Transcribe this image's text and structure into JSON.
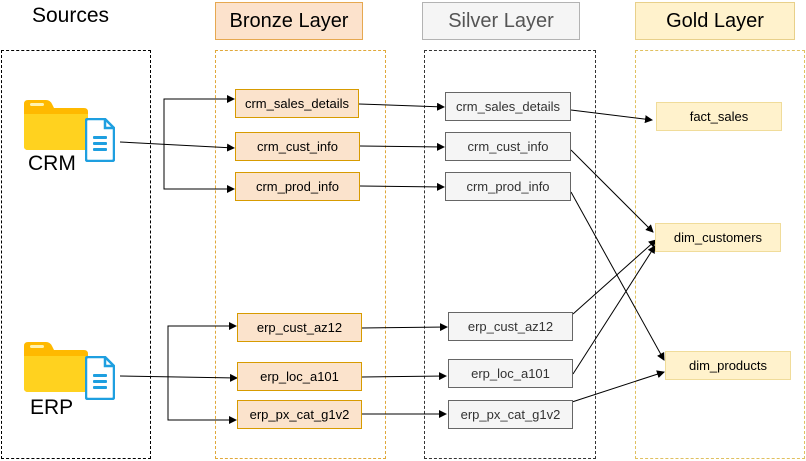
{
  "titles": {
    "sources": "Sources",
    "bronze": "Bronze Layer",
    "silver": "Silver Layer",
    "gold": "Gold Layer"
  },
  "sources": {
    "crm": "CRM",
    "erp": "ERP"
  },
  "bronze": {
    "crm_sales_details": "crm_sales_details",
    "crm_cust_info": "crm_cust_info",
    "crm_prod_info": "crm_prod_info",
    "erp_cust_az12": "erp_cust_az12",
    "erp_loc_a101": "erp_loc_a101",
    "erp_px_cat_g1v2": "erp_px_cat_g1v2"
  },
  "silver": {
    "crm_sales_details": "crm_sales_details",
    "crm_cust_info": "crm_cust_info",
    "crm_prod_info": "crm_prod_info",
    "erp_cust_az12": "erp_cust_az12",
    "erp_loc_a101": "erp_loc_a101",
    "erp_px_cat_g1v2": "erp_px_cat_g1v2"
  },
  "gold": {
    "fact_sales": "fact_sales",
    "dim_customers": "dim_customers",
    "dim_products": "dim_products"
  },
  "colors": {
    "bronze_fill": "#fbe3cc",
    "bronze_border": "#d79b00",
    "bronze_header_fill": "#fce2cc",
    "silver_fill": "#f5f5f5",
    "silver_border": "#666666",
    "silver_header_fill": "#f5f5f5",
    "gold_fill": "#fff2cc",
    "gold_border": "#d6b656",
    "gold_header_fill": "#fff2cc",
    "container_bronze": "#d79b00",
    "container_silver": "#333333",
    "container_gold": "#d6b656",
    "container_sources": "#000000",
    "folder": "#ffc800",
    "doc": "#1e9fe0"
  },
  "icons": {
    "folder": "folder-icon",
    "document": "document-icon"
  }
}
